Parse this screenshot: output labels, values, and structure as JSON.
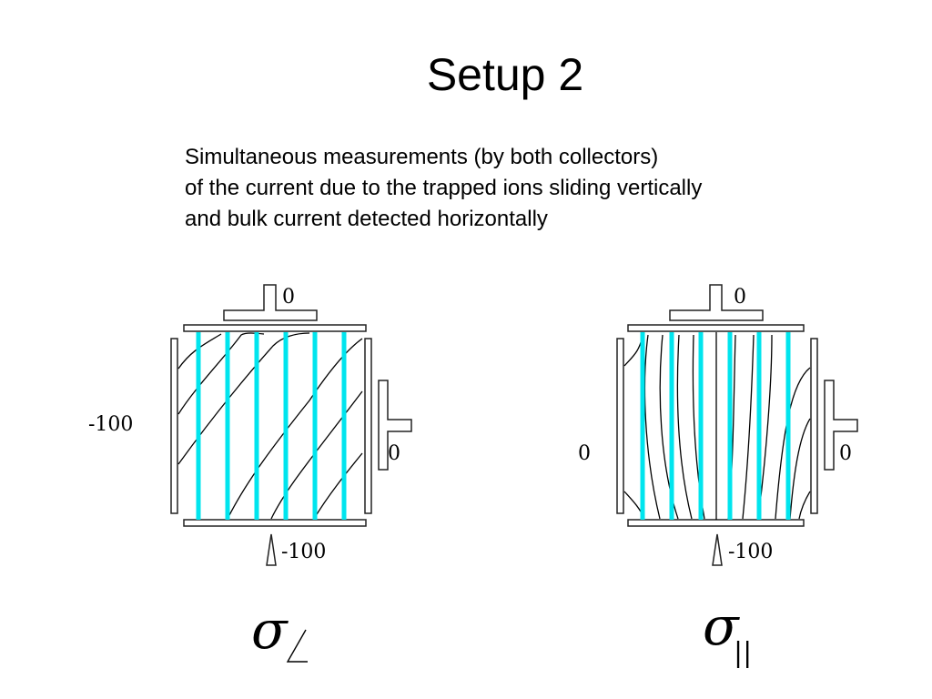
{
  "slide": {
    "title": "Setup 2",
    "description": [
      "Simultaneous measurements (by both collectors)",
      "of the current due to the trapped ions sliding vertically",
      "and bulk current detected horizontally"
    ]
  },
  "diagrams": [
    {
      "top_label": "0",
      "left_label": "-100",
      "right_label": "0",
      "bottom_label": "-100",
      "symbol": "σ",
      "subscript": "∠"
    },
    {
      "top_label": "0",
      "left_label": "0",
      "right_label": "0",
      "bottom_label": "-100",
      "symbol": "σ",
      "subscript": "||"
    }
  ],
  "colors": {
    "current_lines": "#00e5ee",
    "equipotential": "#000000"
  }
}
